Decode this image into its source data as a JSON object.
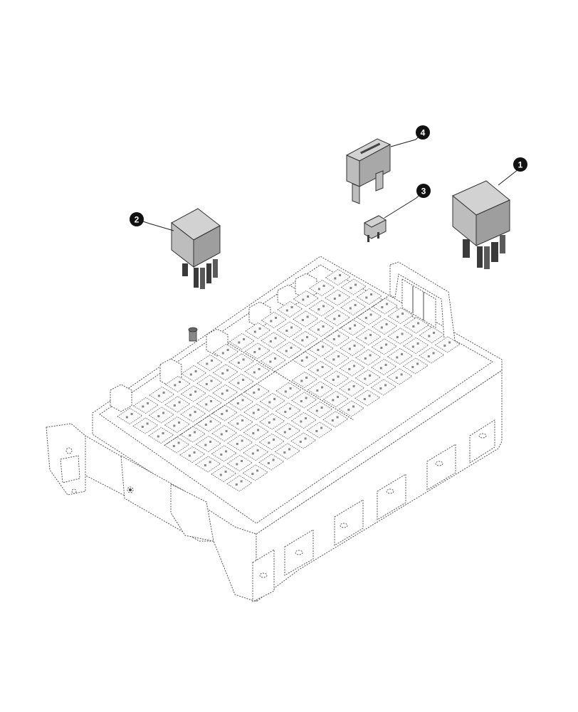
{
  "callouts": [
    {
      "id": "1",
      "label": "1"
    },
    {
      "id": "2",
      "label": "2"
    },
    {
      "id": "3",
      "label": "3"
    },
    {
      "id": "4",
      "label": "4"
    }
  ],
  "colors": {
    "component_fill": "#bdbdbd",
    "component_top": "#d2d2d2",
    "component_side": "#9e9e9e",
    "pin": "#3a3a3a",
    "callout": "#111111",
    "outline": "#555555"
  }
}
